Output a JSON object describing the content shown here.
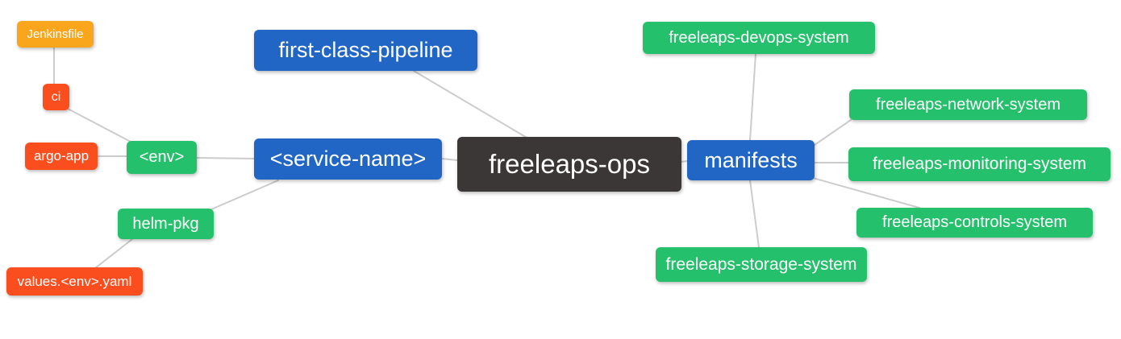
{
  "diagram": {
    "type": "mindmap",
    "background_color": "#ffffff",
    "edge_color": "#cccccc",
    "colors": {
      "root": "#3b3737",
      "level1": "#2166c5",
      "level2": "#24c06b",
      "level3": "#fb4e1f",
      "level4": "#faa61d",
      "text": "#ffffff"
    },
    "nodes": {
      "root": {
        "label": "freeleaps-ops"
      },
      "fcp": {
        "label": "first-class-pipeline"
      },
      "service": {
        "label": "<service-name>"
      },
      "manifests": {
        "label": "manifests"
      },
      "env": {
        "label": "<env>"
      },
      "helmpkg": {
        "label": "helm-pkg"
      },
      "ci": {
        "label": "ci"
      },
      "argoapp": {
        "label": "argo-app"
      },
      "valuesyaml": {
        "label": "values.<env>.yaml"
      },
      "jenkinsfile": {
        "label": "Jenkinsfile"
      },
      "devops": {
        "label": "freeleaps-devops-system"
      },
      "network": {
        "label": "freeleaps-network-system"
      },
      "monitoring": {
        "label": "freeleaps-monitoring-system"
      },
      "controls": {
        "label": "freeleaps-controls-system"
      },
      "storage": {
        "label": "freeleaps-storage-system"
      }
    },
    "edges": [
      {
        "from": "jenkinsfile",
        "to": "ci"
      },
      {
        "from": "ci",
        "to": "env"
      },
      {
        "from": "argoapp",
        "to": "env"
      },
      {
        "from": "env",
        "to": "service"
      },
      {
        "from": "helmpkg",
        "to": "service"
      },
      {
        "from": "valuesyaml",
        "to": "helmpkg"
      },
      {
        "from": "fcp",
        "to": "root"
      },
      {
        "from": "service",
        "to": "root"
      },
      {
        "from": "root",
        "to": "manifests"
      },
      {
        "from": "manifests",
        "to": "devops"
      },
      {
        "from": "manifests",
        "to": "network"
      },
      {
        "from": "manifests",
        "to": "monitoring"
      },
      {
        "from": "manifests",
        "to": "controls"
      },
      {
        "from": "manifests",
        "to": "storage"
      }
    ]
  }
}
